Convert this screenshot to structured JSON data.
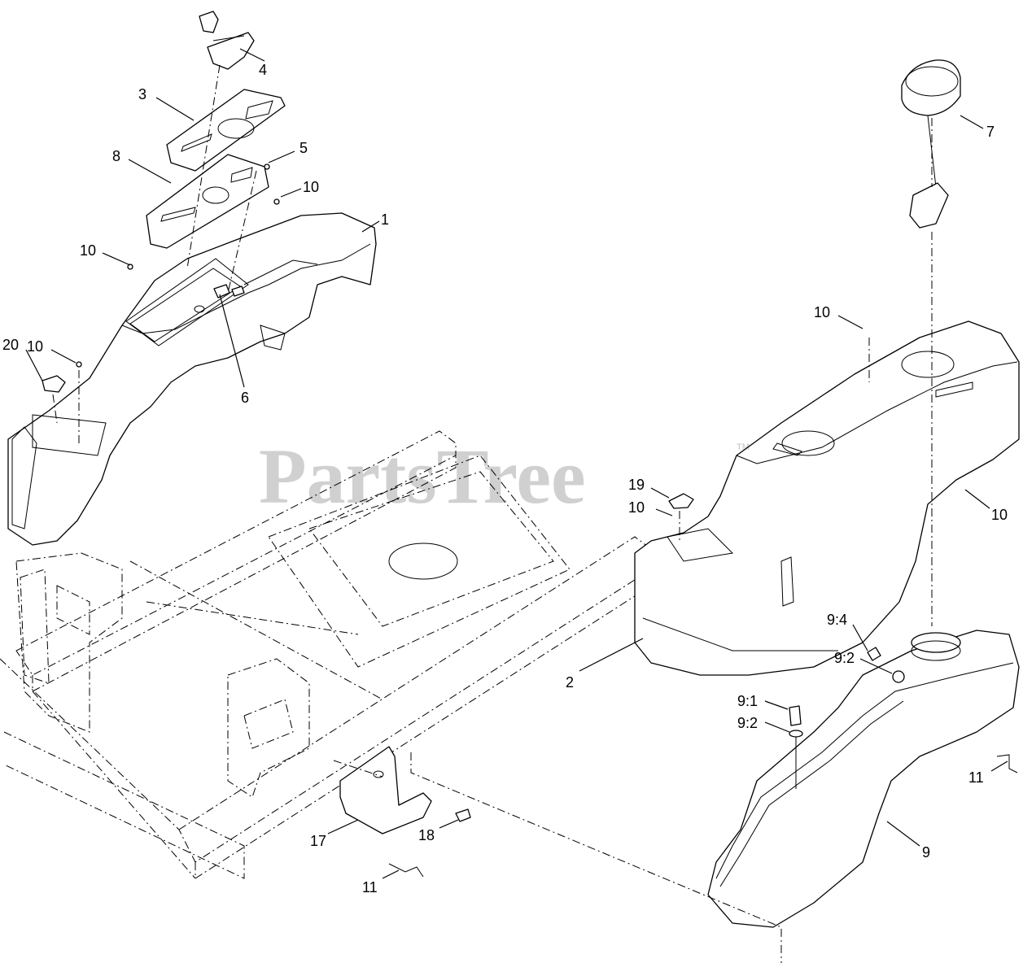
{
  "watermark": {
    "text": "PartsTree",
    "trademark": "TM"
  },
  "callouts": [
    {
      "id": "c4",
      "label": "4"
    },
    {
      "id": "c3",
      "label": "3"
    },
    {
      "id": "c8",
      "label": "8"
    },
    {
      "id": "c5",
      "label": "5"
    },
    {
      "id": "c10a",
      "label": "10"
    },
    {
      "id": "c1",
      "label": "1"
    },
    {
      "id": "c10b",
      "label": "10"
    },
    {
      "id": "c10c",
      "label": "10"
    },
    {
      "id": "c20",
      "label": "20"
    },
    {
      "id": "c6",
      "label": "6"
    },
    {
      "id": "c7",
      "label": "7"
    },
    {
      "id": "c10d",
      "label": "10"
    },
    {
      "id": "c19",
      "label": "19"
    },
    {
      "id": "c10e",
      "label": "10"
    },
    {
      "id": "c10f",
      "label": "10"
    },
    {
      "id": "c2",
      "label": "2"
    },
    {
      "id": "c94",
      "label": "9:4"
    },
    {
      "id": "c92a",
      "label": "9:2"
    },
    {
      "id": "c91",
      "label": "9:1"
    },
    {
      "id": "c92b",
      "label": "9:2"
    },
    {
      "id": "c11a",
      "label": "11"
    },
    {
      "id": "c9",
      "label": "9"
    },
    {
      "id": "c17",
      "label": "17"
    },
    {
      "id": "c18",
      "label": "18"
    },
    {
      "id": "c11b",
      "label": "11"
    }
  ]
}
